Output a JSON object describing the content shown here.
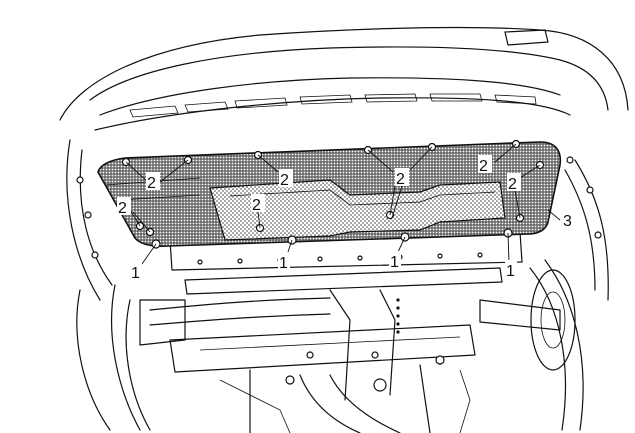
{
  "callouts": [
    {
      "id": "c1a",
      "text": "1"
    },
    {
      "id": "c1b",
      "text": "1"
    },
    {
      "id": "c1c",
      "text": "1"
    },
    {
      "id": "c1d",
      "text": "1"
    },
    {
      "id": "c2a",
      "text": "2"
    },
    {
      "id": "c2b",
      "text": "2"
    },
    {
      "id": "c2c",
      "text": "2"
    },
    {
      "id": "c2d",
      "text": "2"
    },
    {
      "id": "c2e",
      "text": "2"
    },
    {
      "id": "c2f",
      "text": "2"
    },
    {
      "id": "c2g",
      "text": "2"
    },
    {
      "id": "c3",
      "text": "3"
    }
  ]
}
